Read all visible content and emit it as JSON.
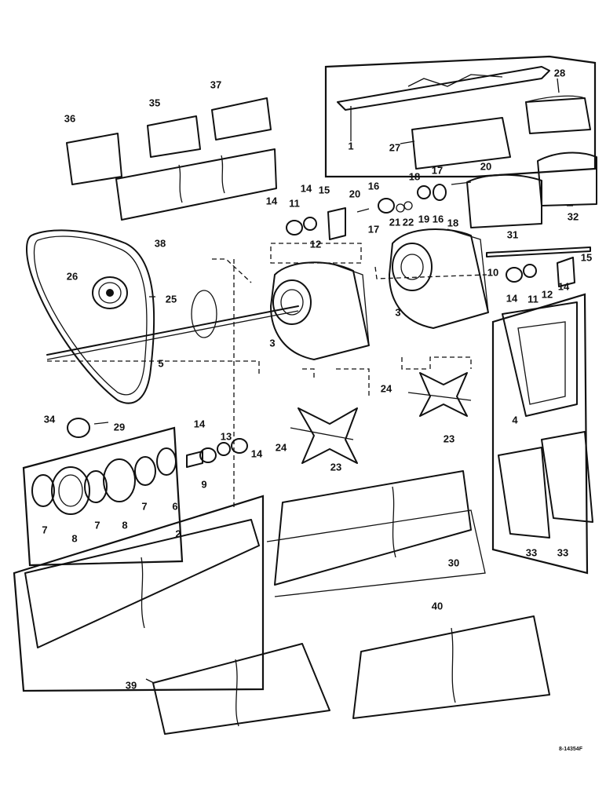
{
  "figure_code": "8-14354F",
  "callouts": [
    "1",
    "2",
    "3",
    "3",
    "4",
    "5",
    "6",
    "7",
    "7",
    "7",
    "8",
    "8",
    "9",
    "10",
    "11",
    "11",
    "12",
    "12",
    "13",
    "14",
    "14",
    "14",
    "14",
    "14",
    "14",
    "15",
    "15",
    "16",
    "16",
    "17",
    "17",
    "18",
    "18",
    "19",
    "20",
    "20",
    "21",
    "22",
    "23",
    "23",
    "24",
    "24",
    "25",
    "26",
    "27",
    "28",
    "29",
    "30",
    "31",
    "32",
    "33",
    "33",
    "34",
    "35",
    "36",
    "37",
    "38",
    "39",
    "40"
  ]
}
